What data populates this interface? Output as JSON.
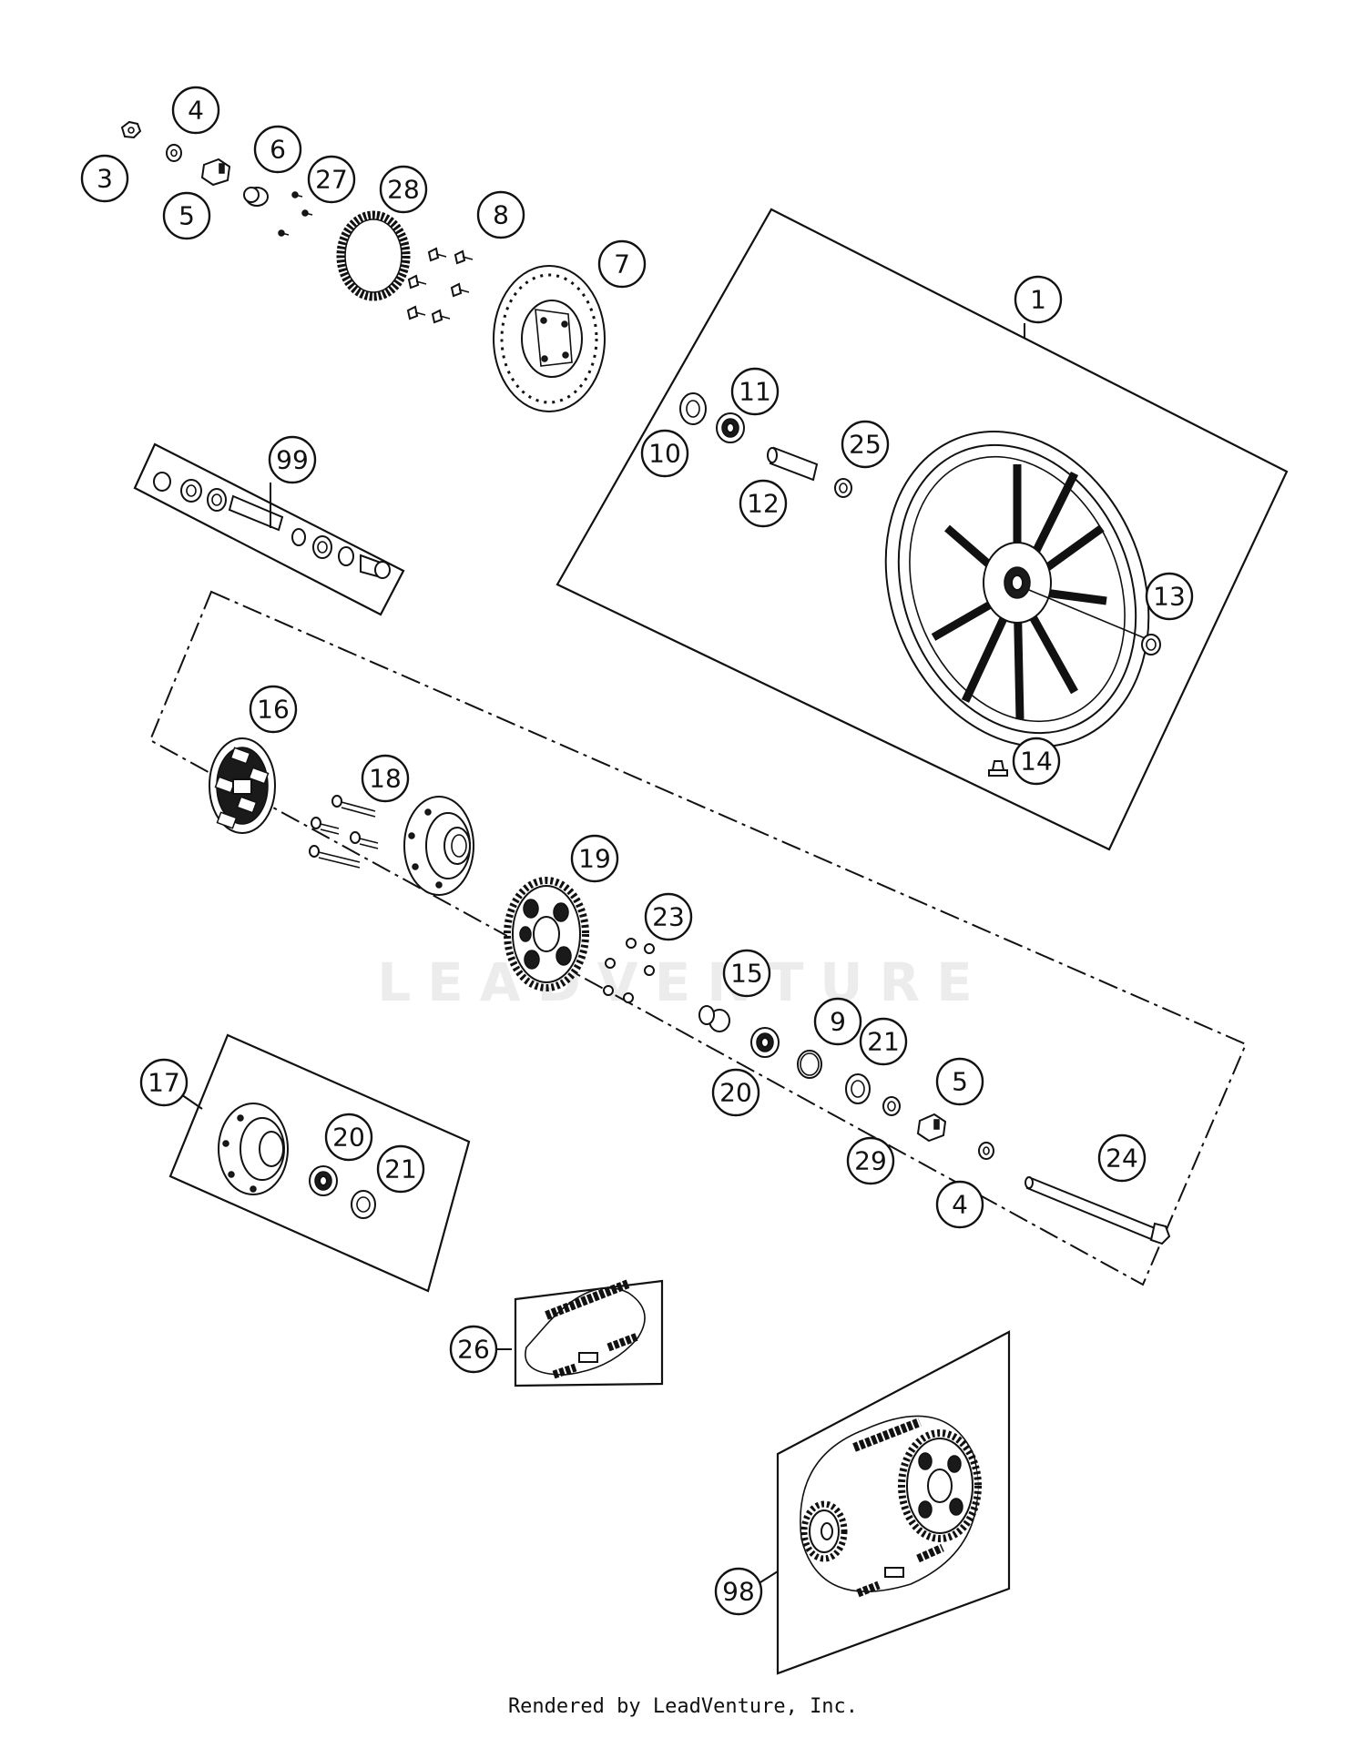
{
  "callouts": [
    "1",
    "3",
    "4",
    "4",
    "5",
    "5",
    "6",
    "7",
    "8",
    "9",
    "10",
    "11",
    "12",
    "13",
    "14",
    "15",
    "16",
    "17",
    "18",
    "19",
    "20",
    "20",
    "21",
    "21",
    "23",
    "24",
    "25",
    "26",
    "27",
    "28",
    "29",
    "98",
    "99"
  ],
  "watermark": "LEADVENTURE",
  "footer": "Rendered by LeadVenture, Inc."
}
